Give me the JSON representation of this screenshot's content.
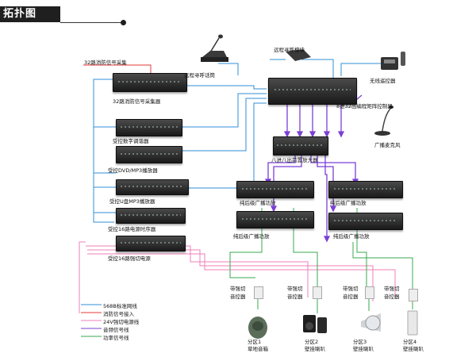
{
  "title": "拓扑图",
  "devices": {
    "fire_collector_label": "32路消防信号采集",
    "fire_collector": "32路消防信号采集器",
    "remote_paging": "远程寻呼话筒",
    "remote_paging_module": "远程寻呼模块",
    "wireless_remote": "无线遥控器",
    "matrix": "8进32出编程矩阵控制器",
    "mic": "广播麦克风",
    "tuner": "受控数字调谐器",
    "dvd": "受控DVD/MP3播放器",
    "mixer": "八进八出前置放大器",
    "usb": "受控U盘MP3播放器",
    "sequencer": "受控16路电源时序器",
    "power16": "受控16路强切电源",
    "amp1": "纯后级广播功放",
    "amp2": "纯后级广播功放",
    "amp3": "纯后级广播功放",
    "amp4": "纯后级广播功放"
  },
  "volume_controls": [
    {
      "line1": "带强切",
      "line2": "音控器"
    },
    {
      "line1": "带强切",
      "line2": "音控器"
    },
    {
      "line1": "带强切",
      "line2": "音控器"
    },
    {
      "line1": "带强切",
      "line2": "音控器"
    }
  ],
  "zones": [
    {
      "line1": "分区1",
      "line2": "草地音箱"
    },
    {
      "line1": "分区2",
      "line2": "壁挂喇叭"
    },
    {
      "line1": "分区3",
      "line2": "壁挂喇叭"
    },
    {
      "line1": "分区4",
      "line2": "壁挂喇叭"
    }
  ],
  "legend": [
    {
      "label": "568B标准网线",
      "color": "#2f8fd8"
    },
    {
      "label": "消防信号接入",
      "color": "#e53935"
    },
    {
      "label": "24V强切电源线",
      "color": "#ef7fb8"
    },
    {
      "label": "音频信号线",
      "color": "#7b3fd6"
    },
    {
      "label": "功率信号线",
      "color": "#3aa84f"
    }
  ]
}
